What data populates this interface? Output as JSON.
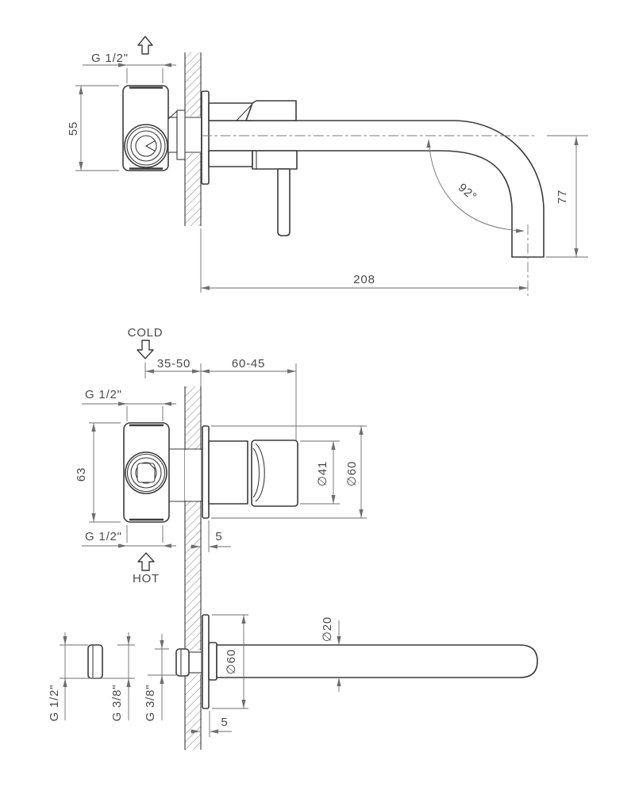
{
  "drawing": {
    "type": "technical-dimension-drawing",
    "subject": "wall-mounted basin mixer with spout",
    "colors": {
      "background": "#ffffff",
      "outline": "#3b3b3b",
      "dimension_lines": "#6e6e6e",
      "text": "#4a4a4a"
    }
  },
  "top_view": {
    "thread_label": "G 1/2\"",
    "body_height": "55",
    "spout_angle": "92°",
    "spout_height": "77",
    "spout_reach": "208"
  },
  "middle_view": {
    "cold_label": "COLD",
    "hot_label": "HOT",
    "depth_range": "35-50",
    "protrusion_range": "60-45",
    "thread_top_label": "G 1/2\"",
    "thread_bottom_label": "G 1/2\"",
    "body_height": "63",
    "handle_diameter": "∅41",
    "flange_diameter": "∅60",
    "flange_thickness": "5"
  },
  "bottom_view": {
    "adapter_thread_large": "G 1/2\"",
    "adapter_thread_small": "G 3/8\"",
    "wall_thread": "G 3/8\"",
    "flange_diameter": "∅60",
    "spout_diameter": "∅20",
    "flange_thickness": "5"
  }
}
